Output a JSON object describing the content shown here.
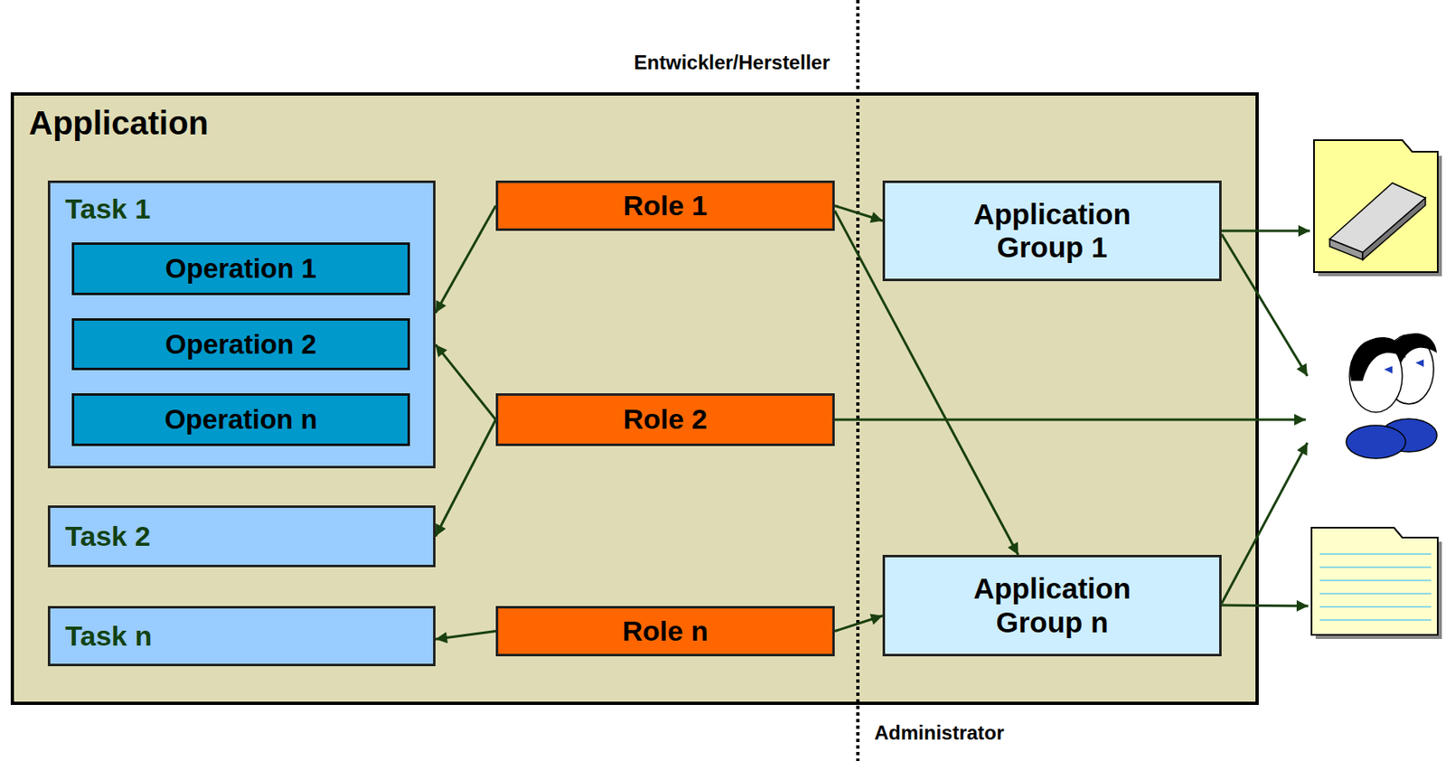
{
  "diagram": {
    "nodes": [
      {
        "text": [
          "Application"
        ]
      },
      {
        "text": [
          "Task 1"
        ],
        "in": 0
      },
      {
        "text": [
          "Operation 1"
        ],
        "in": 1
      },
      {
        "text": [
          "Operation 2"
        ],
        "in": 1
      },
      {
        "text": [
          "Operation n"
        ],
        "in": 1
      },
      {
        "text": [
          "Role 1"
        ],
        "in": 0
      },
      {
        "text": [
          "Application Group 1"
        ],
        "in": 0
      },
      {
        "text": [
          "Role 2"
        ],
        "in": 0
      },
      {
        "text": [
          "Task 2"
        ],
        "in": 0
      },
      {
        "text": [
          "Application Group n"
        ],
        "in": 0
      },
      {
        "text": [
          "Task n"
        ],
        "in": 0
      },
      {
        "text": [
          "Role n"
        ],
        "in": 0
      }
    ],
    "edges": [
      {
        "from": 5,
        "to": 1,
        "arrow": "to"
      },
      {
        "from": 5,
        "to": 6,
        "arrow": "to"
      },
      {
        "from": 5,
        "to": 9,
        "arrow": "to"
      },
      {
        "from": 7,
        "to": 1,
        "arrow": "to"
      },
      {
        "from": 7,
        "to": 8,
        "arrow": "to"
      },
      {
        "from": 11,
        "to": 10,
        "arrow": "to"
      },
      {
        "from": 11,
        "to": 9,
        "arrow": "to"
      }
    ],
    "labels": [
      "Entwickler/Hersteller",
      "Administrator"
    ]
  }
}
